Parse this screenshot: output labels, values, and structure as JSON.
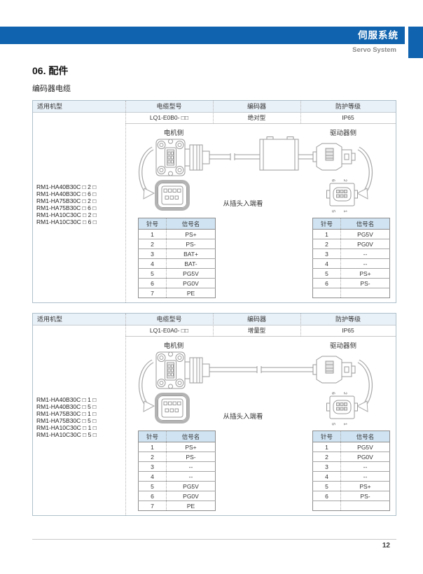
{
  "header": {
    "title_cn": "伺服系统",
    "title_en": "Servo System"
  },
  "page": {
    "section_title": "06. 配件",
    "subsection_title": "编码器电缆",
    "page_number": "12"
  },
  "labels": {
    "col_model": "适用机型",
    "col_cable": "电缆型号",
    "col_encoder": "编码器",
    "col_protection": "防护等级",
    "motor_side": "电机侧",
    "driver_side": "驱动器侧",
    "view_from_plug": "从插头入端看",
    "pin_no": "针号",
    "signal": "信号名",
    "face_pins": [
      "6",
      "2",
      "5",
      "1"
    ]
  },
  "colors": {
    "accent_blue": "#1063ae",
    "table_header_bg": "#e9f1f8",
    "pin_header_bg": "#cfe3f2"
  },
  "blocks": [
    {
      "cable_model": "LQ1-E0B0- □□",
      "encoder": "绝对型",
      "protection": "IP65",
      "models": [
        "RM1-HA40B30C □ 2 □",
        "RM1-HA40B30C □ 6 □",
        "RM1-HA75B30C □ 2 □",
        "RM1-HA75B30C □ 6 □",
        "RM1-HA10C30C □ 2 □",
        "RM1-HA10C30C □ 6 □"
      ],
      "motor_pins": [
        [
          "1",
          "PS+"
        ],
        [
          "2",
          "PS-"
        ],
        [
          "3",
          "BAT+"
        ],
        [
          "4",
          "BAT-"
        ],
        [
          "5",
          "PG5V"
        ],
        [
          "6",
          "PG0V"
        ],
        [
          "7",
          "PE"
        ]
      ],
      "driver_pins": [
        [
          "1",
          "PG5V"
        ],
        [
          "2",
          "PG0V"
        ],
        [
          "3",
          "--"
        ],
        [
          "4",
          "--"
        ],
        [
          "5",
          "PS+"
        ],
        [
          "6",
          "PS-"
        ],
        [
          "",
          ""
        ]
      ]
    },
    {
      "cable_model": "LQ1-E0A0- □□",
      "encoder": "增量型",
      "protection": "IP65",
      "models": [
        "RM1-HA40B30C □ 1 □",
        "RM1-HA40B30C □ 5 □",
        "RM1-HA75B30C □ 1 □",
        "RM1-HA75B30C □ 5 □",
        "RM1-HA10C30C □ 1 □",
        "RM1-HA10C30C □ 5 □"
      ],
      "motor_pins": [
        [
          "1",
          "PS+"
        ],
        [
          "2",
          "PS-"
        ],
        [
          "3",
          "--"
        ],
        [
          "4",
          "--"
        ],
        [
          "5",
          "PG5V"
        ],
        [
          "6",
          "PG0V"
        ],
        [
          "7",
          "PE"
        ]
      ],
      "driver_pins": [
        [
          "1",
          "PG5V"
        ],
        [
          "2",
          "PG0V"
        ],
        [
          "3",
          "--"
        ],
        [
          "4",
          "--"
        ],
        [
          "5",
          "PS+"
        ],
        [
          "6",
          "PS-"
        ],
        [
          "",
          ""
        ]
      ]
    }
  ]
}
